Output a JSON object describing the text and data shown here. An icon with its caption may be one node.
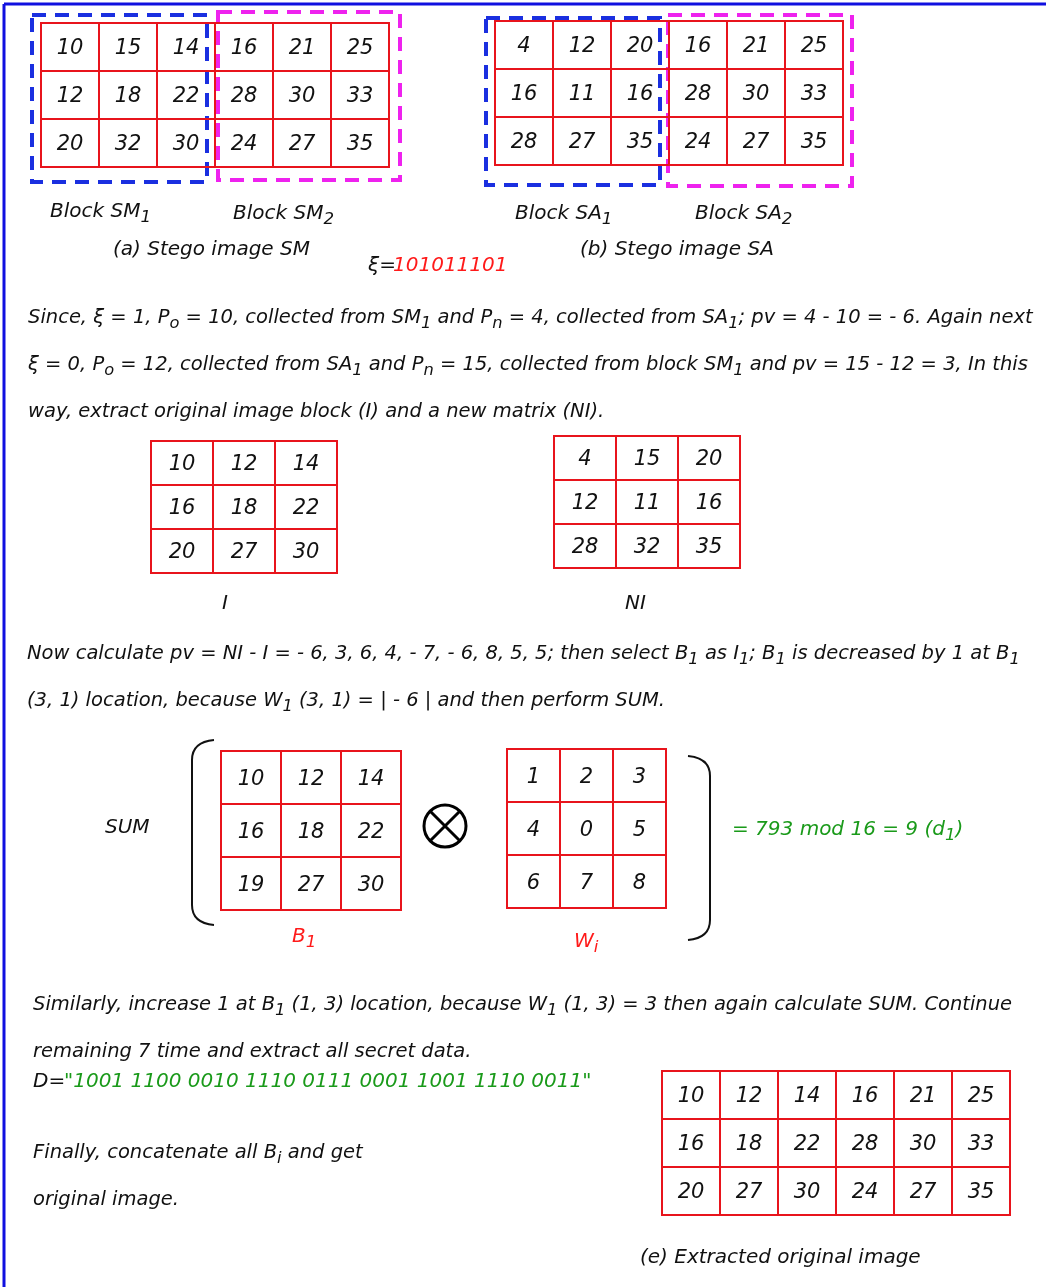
{
  "diagram": {
    "labels": [
      "10",
      "15",
      "14",
      "16",
      "21",
      "25",
      "12",
      "18",
      "22",
      "28",
      "30",
      "33",
      "20",
      "32",
      "30",
      "24",
      "27",
      "35",
      "4",
      "12",
      "20",
      "16",
      "21",
      "25",
      "16",
      "11",
      "16",
      "28",
      "30",
      "33",
      "28",
      "27",
      "35",
      "24",
      "27",
      "35",
      "Block SM$_{1}$",
      "Block SM$_{2}$",
      "Block SA$_{1}$",
      "Block SA$_{2}$",
      "(a) Stego image SM",
      "(b) Stego image SA",
      "ξ=",
      "101011101",
      "Since, ξ = 1, P$_{o}$ = 10, collected from SM$_{1}$ and P$_{n}$ = 4, collected from SA$_{1}$; pv = 4 - 10 = - 6. Again next ξ = 0, P$_{o}$ = 12, collected from SA$_{1}$ and P$_{n}$ = 15, collected from block SM$_{1}$ and pv = 15 - 12 = 3, In this way, extract original image block (I) and a new matrix (NI).",
      "10",
      "12",
      "14",
      "16",
      "18",
      "22",
      "20",
      "27",
      "30",
      "4",
      "15",
      "20",
      "12",
      "11",
      "16",
      "28",
      "32",
      "35",
      "I",
      "NI",
      "Now calculate pv = NI - I = - 6, 3, 6, 4, - 7, - 6, 8, 5, 5; then select B$_{1}$ as I$_{1}$; B$_{1}$ is decreased by 1 at B$_{1}$ (3, 1) location, because W$_{1}$ (3, 1) = | - 6 | and then perform SUM.",
      "SUM",
      "10",
      "12",
      "14",
      "16",
      "18",
      "22",
      "19",
      "27",
      "30",
      "1",
      "2",
      "3",
      "4",
      "0",
      "5",
      "6",
      "7",
      "8",
      "= 793 mod 16 = 9 (d$_{1}$)",
      "B$_{1}$",
      "W$_{i}$",
      "Similarly, increase 1 at B$_{1}$ (1, 3) location, because W$_{1}$ (1, 3) = 3 then again calculate SUM. Continue remaining 7 time and extract all secret data.",
      "D=",
      "\"1001 1100 0010 1110 0111 0001 1001 1110 0011\"",
      "Finally, concatenate all B$_{i}$ and get original image.",
      "10",
      "12",
      "14",
      "16",
      "21",
      "25",
      "16",
      "18",
      "22",
      "28",
      "30",
      "33",
      "20",
      "27",
      "30",
      "24",
      "27",
      "35",
      "(e) Extracted original image"
    ]
  }
}
